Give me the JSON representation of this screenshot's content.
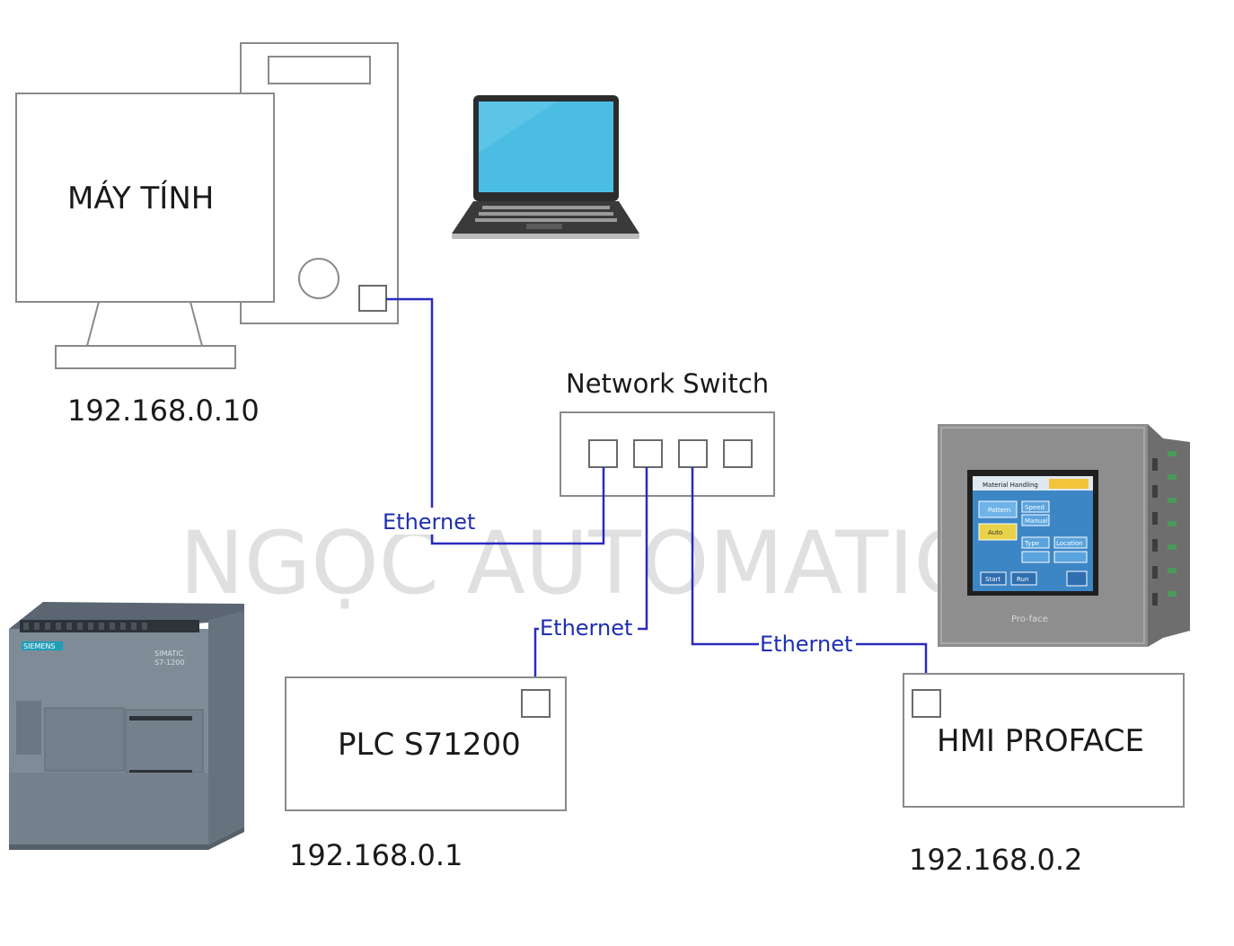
{
  "watermark": "NGỌC AUTOMATIO",
  "computer": {
    "label": "MÁY TÍNH",
    "ip": "192.168.0.10"
  },
  "switch": {
    "label": "Network Switch"
  },
  "plc": {
    "label": "PLC S71200",
    "ip": "192.168.0.1",
    "brand": "SIEMENS",
    "model_line1": "SIMATIC",
    "model_line2": "S7-1200"
  },
  "hmi": {
    "label": "HMI PROFACE",
    "ip": "192.168.0.2",
    "screen_title": "Material Handling",
    "brand": "Pro-face",
    "screen_buttons": [
      "Pattern",
      "Speed",
      "Manual",
      "Auto",
      "Type",
      "Location",
      "Start",
      "Run"
    ]
  },
  "links": [
    {
      "label": "Ethernet",
      "from": "computer",
      "to": "switch"
    },
    {
      "label": "Ethernet",
      "from": "plc",
      "to": "switch"
    },
    {
      "label": "Ethernet",
      "from": "hmi",
      "to": "switch"
    }
  ],
  "colors": {
    "cable": "#2a2ac0",
    "cable_label": "#1f2fb0",
    "laptop_screen": "#4bbde3",
    "plc_body": "#7f8c97",
    "hmi_bezel": "#8e8e8e"
  }
}
